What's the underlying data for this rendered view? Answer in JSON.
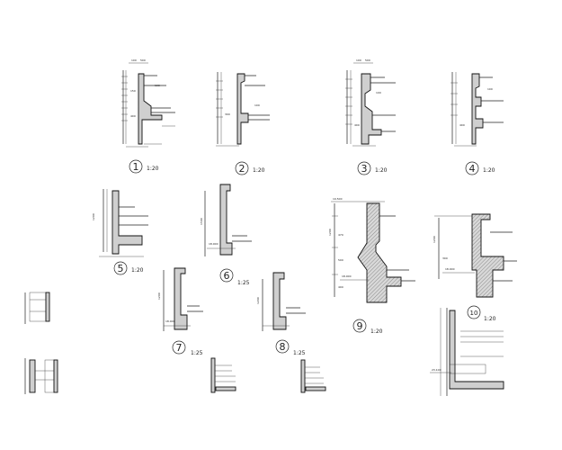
{
  "details": [
    {
      "id": "d1",
      "number": "1",
      "scale": "1:20"
    },
    {
      "id": "d2",
      "number": "2",
      "scale": "1:20"
    },
    {
      "id": "d3",
      "number": "3",
      "scale": "1:20"
    },
    {
      "id": "d4",
      "number": "4",
      "scale": "1:20"
    },
    {
      "id": "d5",
      "number": "5",
      "scale": "1:20"
    },
    {
      "id": "d6",
      "number": "6",
      "scale": "1:25"
    },
    {
      "id": "d7",
      "number": "7",
      "scale": "1:25"
    },
    {
      "id": "d8",
      "number": "8",
      "scale": "1:25"
    },
    {
      "id": "d9",
      "number": "9",
      "scale": "1:20"
    },
    {
      "id": "d10",
      "number": "10",
      "scale": "1:20"
    }
  ],
  "dimensions": {
    "top_100_500": [
      "100",
      "500"
    ],
    "d1_150": "150",
    "d1_100": "100",
    "d1_400": "400",
    "d2_100": "100",
    "d2_300": "300",
    "d3_100_500": [
      "100",
      "500"
    ],
    "d3_100": "100",
    "d3_400": "400",
    "d4_100": "100",
    "d4_400": "400",
    "d5_1200": "1200",
    "d6_1500": "1500",
    "d6_level": "18.000",
    "d7_1200": "1200",
    "d7_level": "18.000",
    "d8_1200": "1200",
    "d9_top": "19.500",
    "d9_1200": "1200",
    "d9_470": "470",
    "d9_500": "500",
    "d9_400": "400",
    "d9_level": "18.000",
    "d10_1200": "1200",
    "d10_300": "300",
    "d10_level": "18.000",
    "d11_level": "23.100"
  }
}
